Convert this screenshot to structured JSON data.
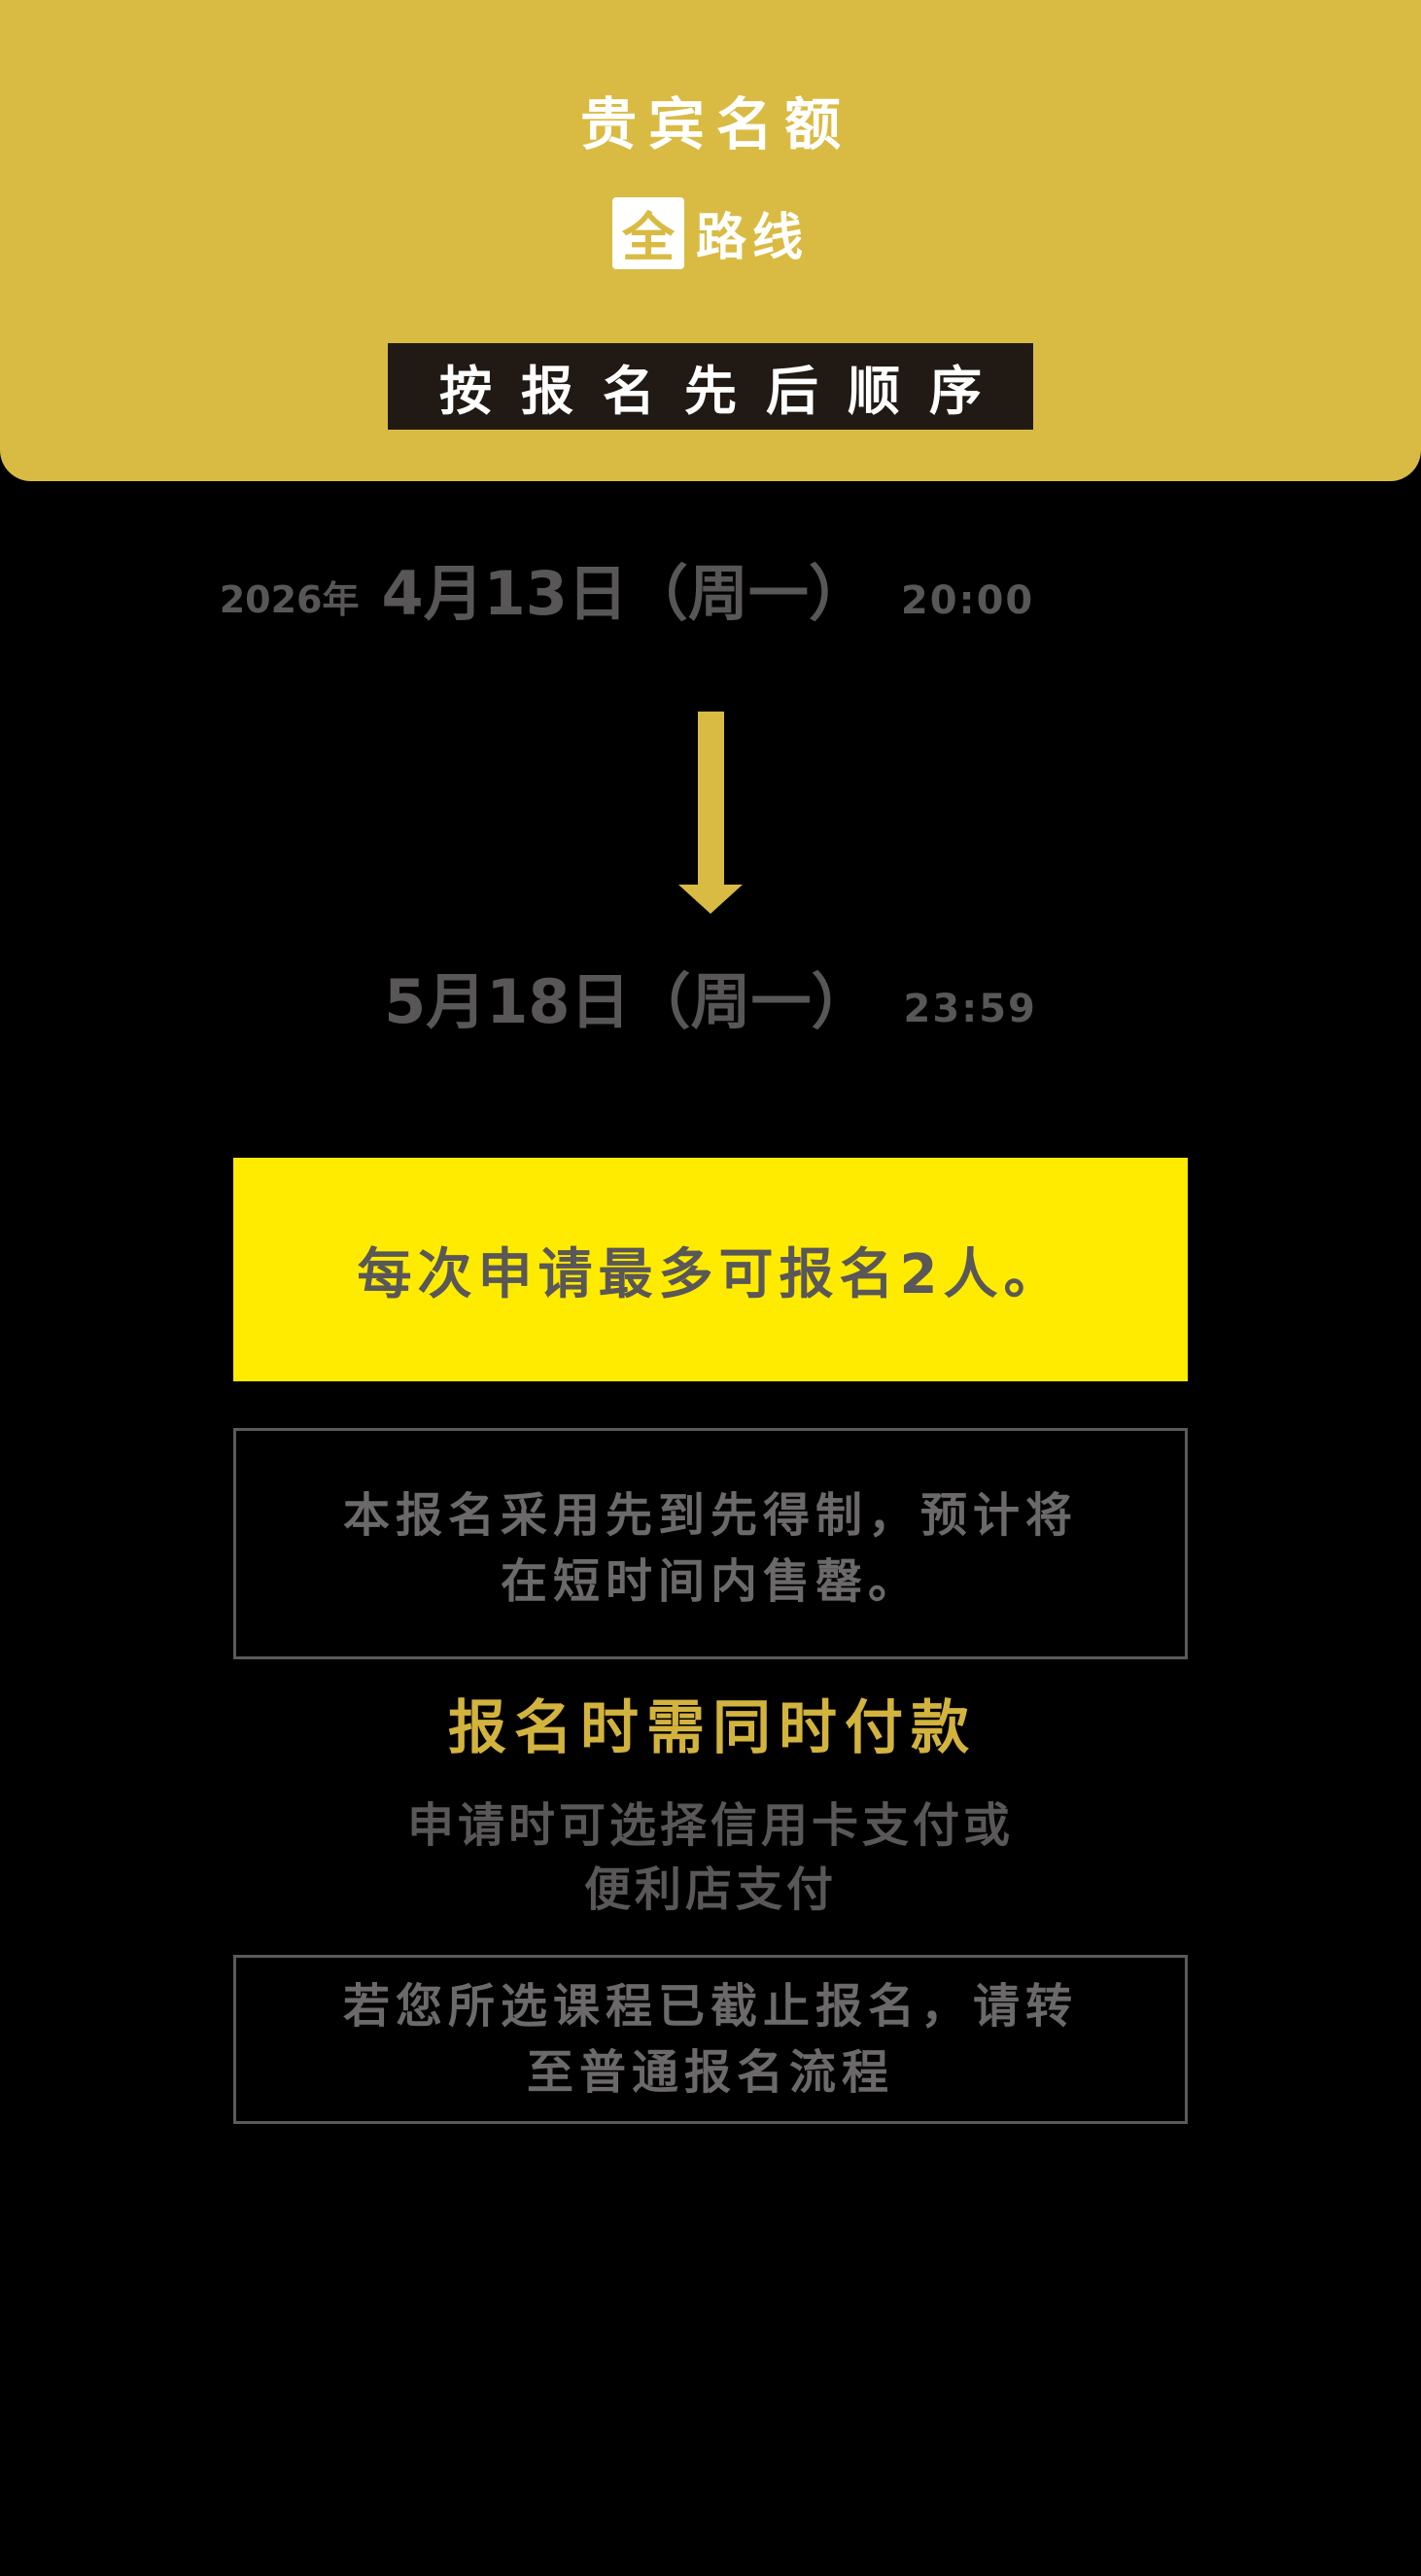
{
  "banner": {
    "title": "贵宾名额",
    "badge_char": "全",
    "badge_label": "路线",
    "ribbon": "按报名先后顺序"
  },
  "schedule": {
    "start": {
      "year": "2026年",
      "date": "4月13日（周一）",
      "time": "20:00"
    },
    "end": {
      "date": "5月18日（周一）",
      "time": "23:59"
    }
  },
  "notes": {
    "max_per_application": "每次申请最多可报名2人。",
    "first_come": "本报名采用先到先得制，预计将\n在短时间内售罄。",
    "closed_course": "若您所选课程已截止报名，请转\n至普通报名流程"
  },
  "payment": {
    "heading": "报名时需同时付款",
    "methods": "申请时可选择信用卡支付或\n便利店支付"
  },
  "colors": {
    "banner_gold": "#d9bb44",
    "highlight_yellow": "#ffeb00",
    "accent_gold": "#d2b33e",
    "ribbon_black": "#211a14",
    "text_gray": "#595757",
    "background": "#000000"
  }
}
